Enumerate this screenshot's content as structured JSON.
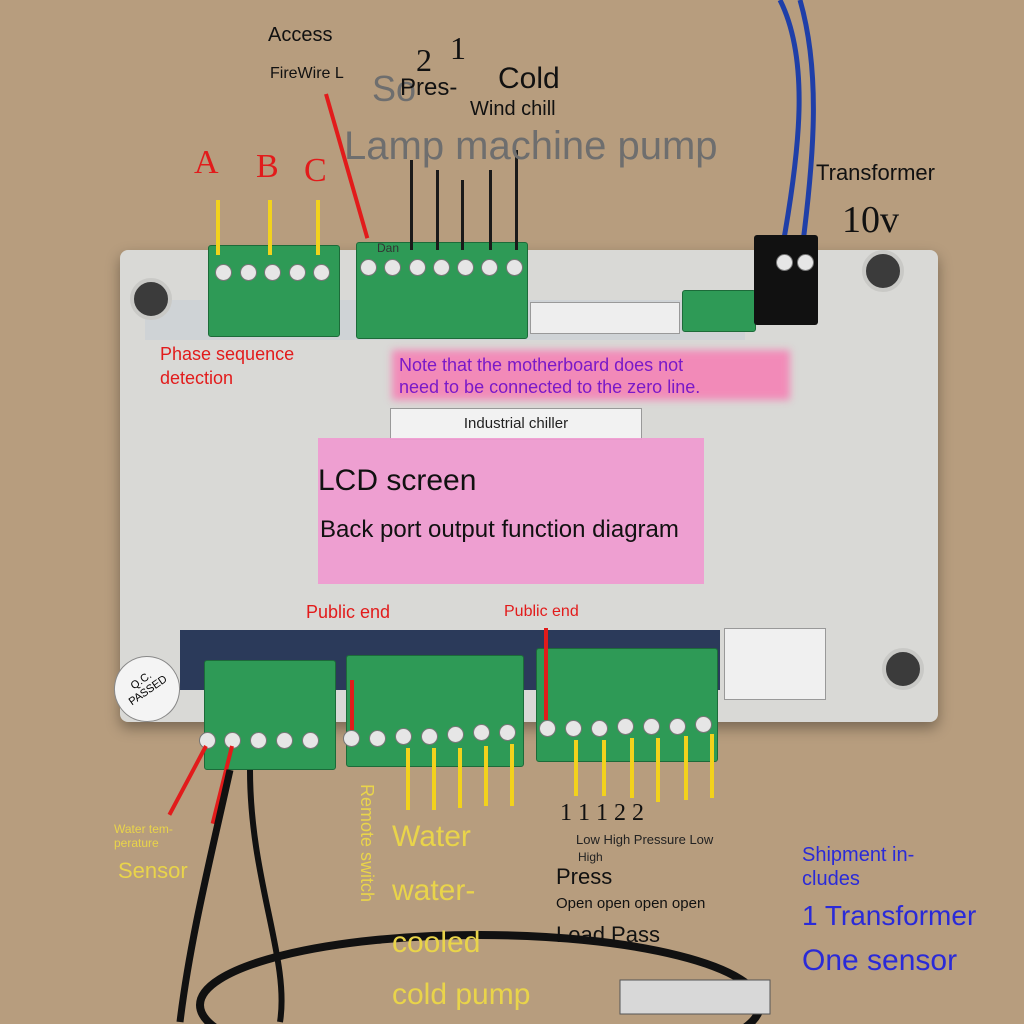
{
  "top_labels": {
    "access": "Access",
    "firewire": "FireWire L",
    "num2": "2",
    "num1": "1",
    "pres": "Pres-",
    "cold": "Cold",
    "so": "So",
    "wind_chill": "Wind chill",
    "lamp_machine_pump": "Lamp machine pump",
    "transformer": "Transformer",
    "ten_v": "10v",
    "a": "A",
    "b": "B",
    "c": "C",
    "dan": "Dan"
  },
  "board_labels": {
    "phase_sequence_line1": "Phase sequence",
    "phase_sequence_line2": "detection",
    "note_line1": "Note that the motherboard does not",
    "note_line2": "need to be connected to the zero line.",
    "industrial_chiller": "Industrial chiller",
    "lcd_screen": "LCD screen",
    "back_port": "Back port output function diagram",
    "public_end_1": "Public end",
    "public_end_2": "Public end",
    "qc_line1": "Q.C.",
    "qc_line2": "PASSED"
  },
  "bottom_labels": {
    "water_temp_line1": "Water tem-",
    "water_temp_line2": "perature",
    "sensor": "Sensor",
    "remote_switch": "Remote switch",
    "water": "Water",
    "water_cooled": "water-",
    "cooled": "cooled",
    "cold_pump": "cold pump",
    "low_high": "Low High Pressure Low",
    "high": "High",
    "press": "Press",
    "open": "Open open open open",
    "load_pass": "Load Pass",
    "nums": "1  1  1    2  2"
  },
  "shipment": {
    "line1": "Shipment in-",
    "line2": "cludes",
    "item1": "1 Transformer",
    "item2": "One sensor"
  },
  "colors": {
    "board": "#d9d9d6",
    "terminal": "#2e9a56",
    "red": "#e21b1b",
    "yellow": "#f2d21c",
    "pink": "#f09ad0",
    "blue_text": "#2a2ad8",
    "purple_text": "#7a19c8"
  }
}
